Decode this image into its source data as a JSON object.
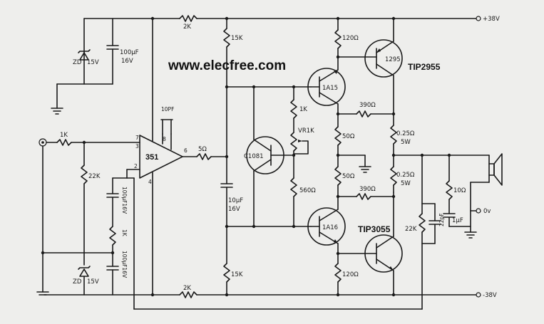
{
  "watermark": "www.elecfree.com",
  "rails": {
    "positive": "+38V",
    "negative": "-38V",
    "ground_tap": "0v"
  },
  "opamp": {
    "name": "351",
    "pins": [
      "7",
      "8",
      "6",
      "3",
      "2",
      "4"
    ]
  },
  "transistors": {
    "q_top_driver": "1A15",
    "q_top_power": "1295",
    "q_top_power_part": "TIP2955",
    "q_bias": "C1081",
    "q_bottom_driver": "1A16",
    "q_bottom_power_part": "TIP3055"
  },
  "components": {
    "r_feedback_top": "2K",
    "r_feedback_bottom": "2K",
    "r_top_15k": "15K",
    "r_bottom_15k": "15K",
    "r_in": "1K",
    "r_22k": "22K",
    "r_1k_mid": "1K",
    "r_out_5": "5Ω",
    "r_120_top": "120Ω",
    "r_120_bottom": "120Ω",
    "r_390_top": "390Ω",
    "r_390_bottom": "390Ω",
    "r_50_top": "50Ω",
    "r_50_bottom": "50Ω",
    "r_1k_bias": "1K",
    "vr_bias": "VR1K",
    "r_560": "560Ω",
    "r_emit_top": "0.25Ω",
    "r_emit_top_w": "5W",
    "r_emit_bottom": "0.25Ω",
    "r_emit_bottom_w": "5W",
    "r_22k_out": "22K",
    "r_10": "10Ω",
    "c_100uf_top": "100μF",
    "c_100uf_top_v": "16V",
    "c_10pf": "10PF",
    "c_10uf": "10μF",
    "c_10uf_v": "16V",
    "c_100uf_a": "100μF16V",
    "c_100uf_b": "100μF16V",
    "c_22pf": "22pF",
    "c_1uf": "1μF",
    "zd_top": "ZD",
    "zd_top_v": "15V",
    "zd_bottom": "ZD",
    "zd_bottom_v": "15V"
  }
}
